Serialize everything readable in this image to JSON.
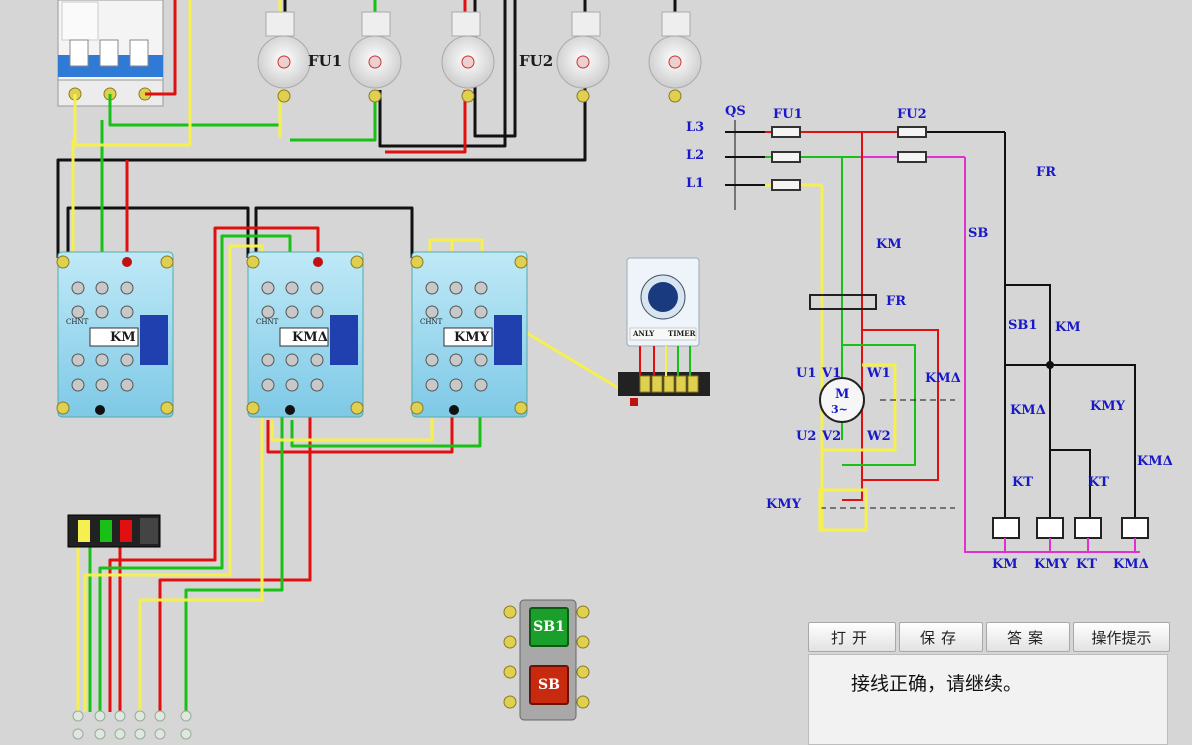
{
  "toolbar": {
    "open_label": "打开",
    "save_label": "保存",
    "answer_label": "答案",
    "hint_label": "操作提示"
  },
  "status": {
    "message": "接线正确，请继续。"
  },
  "pushbuttons": {
    "start_label": "SB1",
    "stop_label": "SB"
  },
  "contactors": {
    "km": "KM",
    "kma": "KMΔ",
    "kmy": "KMY",
    "brand": "CHNT"
  },
  "fuses": {
    "fu1": "FU1",
    "fu2": "FU2"
  },
  "timer": {
    "brand": "ANLY",
    "model": "TIMER"
  },
  "schematic": {
    "l3": "L3",
    "l2": "L2",
    "l1": "L1",
    "qs": "QS",
    "fu1": "FU1",
    "fu2": "FU2",
    "fr_main": "FR",
    "fr_coil": "FR",
    "km_main": "KM",
    "sb": "SB",
    "sb1": "SB1",
    "km_hold": "KM",
    "u1": "U1",
    "v1": "V1",
    "w1": "W1",
    "motor": "M",
    "motor_phase": "3~",
    "u2": "U2",
    "v2": "V2",
    "w2": "W2",
    "km_delta": "KMΔ",
    "kmy_main": "KMY",
    "kmd_nc": "KMΔ",
    "kmy_nc": "KMY",
    "kt_left": "KT",
    "kt_right": "KT",
    "kmd_aux": "KMΔ",
    "coil_km": "KM",
    "coil_kmy": "KMY",
    "coil_kt": "KT",
    "coil_kmd": "KMΔ"
  },
  "colors": {
    "red": "#e01010",
    "green": "#18c018",
    "yellow": "#f5f050",
    "black": "#111111",
    "magenta": "#e030d0",
    "schem_blue": "#1818c8"
  }
}
